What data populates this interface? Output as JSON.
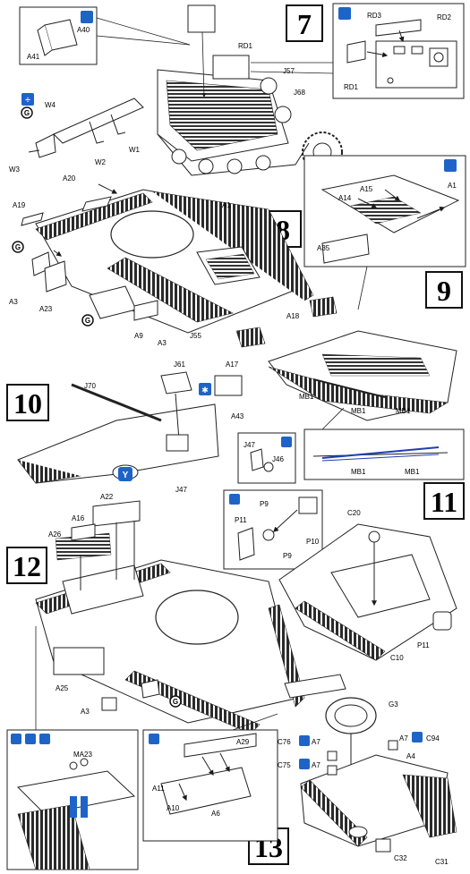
{
  "steps": [
    {
      "number": "7"
    },
    {
      "number": "8"
    },
    {
      "number": "9"
    },
    {
      "number": "10"
    },
    {
      "number": "11"
    },
    {
      "number": "12"
    },
    {
      "number": "13"
    }
  ],
  "parts": {
    "a40": "A40",
    "a41": "A41",
    "rd3": "RD3",
    "rd2": "RD2",
    "rd1a": "RD1",
    "rd1b": "RD1",
    "j57": "J57",
    "j68": "J68",
    "w4": "W4",
    "w3": "W3",
    "w2": "W2",
    "w1": "W1",
    "a20": "A20",
    "a1a": "A1",
    "a19": "A19",
    "a3a": "A3",
    "a23": "A23",
    "a9": "A9",
    "a3b": "A3",
    "j55": "J55",
    "a17": "A17",
    "a18": "A18",
    "a14": "A14",
    "a15": "A15",
    "a1b": "A1",
    "a35": "A35",
    "mb1a": "MB1",
    "mb1b": "MB1",
    "mb1c": "MB1",
    "mb1d": "MB1",
    "mb1e": "MB1",
    "j61": "J61",
    "j70": "J70",
    "a43": "A43",
    "j47a": "J47",
    "j46": "J46",
    "j47b": "J47",
    "a22": "A22",
    "a16": "A16",
    "a26": "A26",
    "p9a": "P9",
    "p11a": "P11",
    "p10": "P10",
    "p9b": "P9",
    "c20": "C20",
    "p11b": "P11",
    "c10": "C10",
    "a25": "A25",
    "a3c": "A3",
    "ma23": "MA23",
    "a29": "A29",
    "a11": "A11",
    "a10": "A10",
    "a6": "A6",
    "g3": "G3",
    "c76": "C76",
    "a7a": "A7",
    "c75": "C75",
    "a7b": "A7",
    "a7c": "A7",
    "c94": "C94",
    "a4": "A4",
    "c32": "C32",
    "c31": "C31"
  },
  "gate_marker": "G",
  "icons": {
    "glue": "glue-icon",
    "plastic_cement": "plastic-cement-icon",
    "drill": "drill-hole-icon",
    "cut": "cut-icon",
    "turn_over": "turn-over-icon",
    "symmetric": "symmetric-icon",
    "water": "water-icon"
  },
  "colors": {
    "ink": "#1a1a1a",
    "icon_blue": "#1e64c8",
    "detail_blue": "#1f3fb0"
  }
}
